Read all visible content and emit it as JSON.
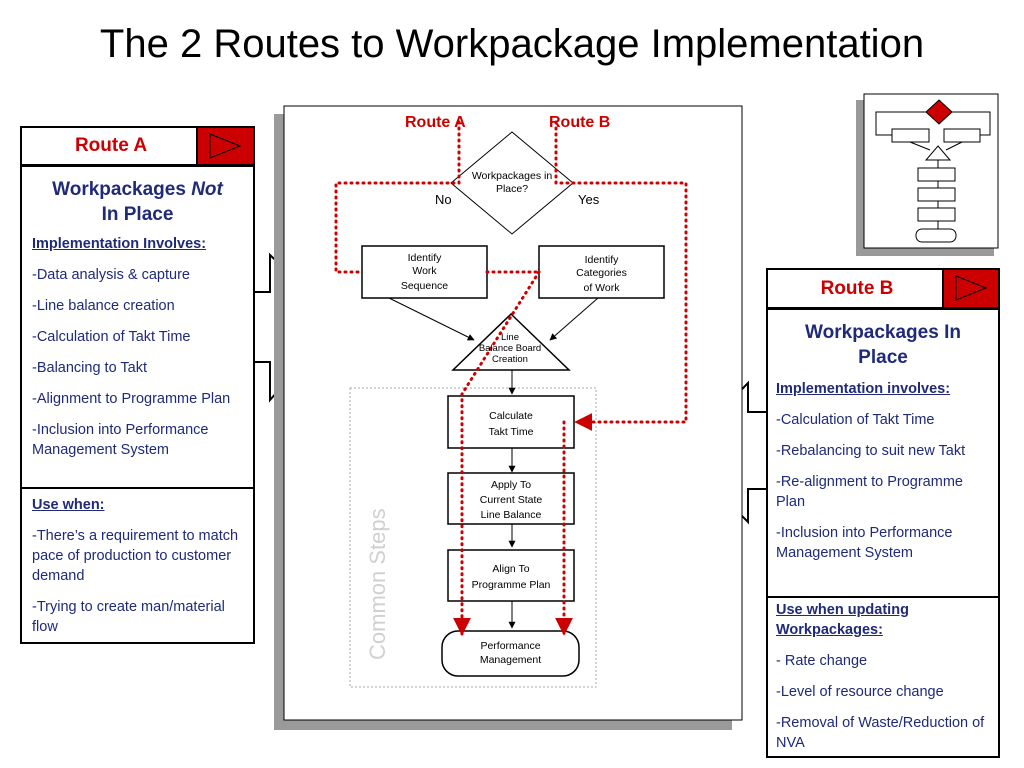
{
  "title": "The 2 Routes to Workpackage Implementation",
  "colors": {
    "accent_red": "#cc0000",
    "text_navy": "#1f2a78",
    "common_steps_gray": "#d0d0d0"
  },
  "route_a": {
    "header": "Route A",
    "heading_pre": "Workpackages ",
    "heading_em": "Not",
    "heading_post": "In Place",
    "implementation_label": "Implementation Involves:",
    "implementation_items": [
      "-Data analysis & capture",
      "-Line balance creation",
      "-Calculation of Takt Time",
      "-Balancing to Takt",
      "-Alignment to Programme Plan",
      "-Inclusion into Performance Management System"
    ],
    "use_when_label": "Use when:",
    "use_when_items": [
      "-There’s a requirement to match pace of production to customer demand",
      "-Trying to create man/material flow"
    ]
  },
  "route_b": {
    "header": "Route B",
    "heading": "Workpackages In Place",
    "implementation_label": "Implementation involves:",
    "implementation_items": [
      "-Calculation of Takt Time",
      "-Rebalancing to suit new Takt",
      "-Re-alignment to Programme Plan",
      "-Inclusion into Performance Management System"
    ],
    "use_when_label": "Use when updating Workpackages:",
    "use_when_items": [
      "- Rate change",
      "-Level of resource change",
      "-Removal of Waste/Reduction of NVA"
    ]
  },
  "flowchart": {
    "route_a_label": "Route A",
    "route_b_label": "Route B",
    "decision": "Workpackages in Place?",
    "no_label": "No",
    "yes_label": "Yes",
    "identify_sequence": [
      "Identify",
      "Work",
      "Sequence"
    ],
    "identify_categories": [
      "Identify",
      "Categories",
      "of Work"
    ],
    "line_balance": [
      "Line",
      "Balance Board",
      "Creation"
    ],
    "calculate_takt": [
      "Calculate",
      "Takt Time"
    ],
    "apply_current": [
      "Apply To",
      "Current State",
      "Line Balance"
    ],
    "align_programme": [
      "Align To",
      "Programme Plan"
    ],
    "performance": [
      "Performance",
      "Management"
    ],
    "common_steps": "Common Steps"
  }
}
